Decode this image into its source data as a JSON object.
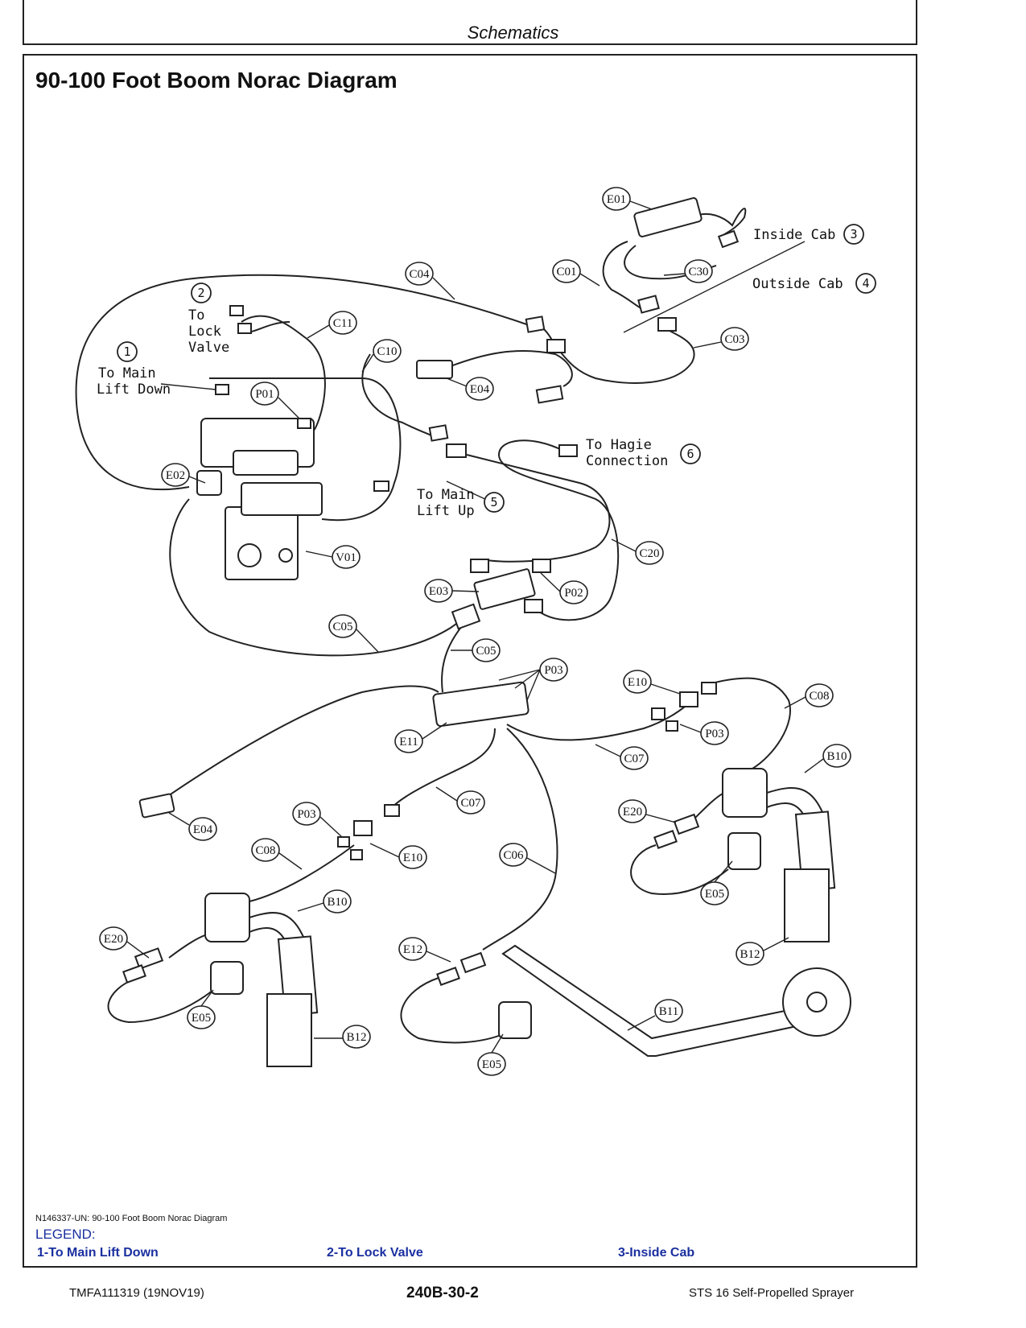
{
  "header": {
    "section": "Schematics"
  },
  "page_title": "90-100 Foot Boom Norac Diagram",
  "callouts": {
    "c1": {
      "num": "1",
      "line1": "To Main",
      "line2": "Lift Down"
    },
    "c2": {
      "num": "2",
      "line1": "To",
      "line2": "Lock",
      "line3": "Valve"
    },
    "c3": {
      "num": "3",
      "text": "Inside Cab"
    },
    "c4": {
      "num": "4",
      "text": "Outside Cab"
    },
    "c5": {
      "num": "5",
      "line1": "To Main",
      "line2": "Lift Up"
    },
    "c6": {
      "num": "6",
      "line1": "To Hagie",
      "line2": "Connection"
    }
  },
  "refs": {
    "E01": "E01",
    "C01": "C01",
    "C30": "C30",
    "C04": "C04",
    "C03": "C03",
    "C11": "C11",
    "C10": "C10",
    "P01": "P01",
    "E04": "E04",
    "E02": "E02",
    "V01": "V01",
    "C20": "C20",
    "E03": "E03",
    "P02": "P02",
    "C05": "C05",
    "P03": "P03",
    "E10": "E10",
    "C08": "C08",
    "E11": "E11",
    "C07": "C07",
    "B10": "B10",
    "E20": "E20",
    "E05": "E05",
    "B12": "B12",
    "C06": "C06",
    "E12": "E12",
    "B11": "B11"
  },
  "caption": "N146337-UN: 90-100 Foot Boom Norac Diagram",
  "legend": {
    "heading": "LEGEND:",
    "items": [
      "1-To Main Lift Down",
      "2-To Lock Valve",
      "3-Inside Cab"
    ]
  },
  "footer": {
    "doc_id": "TMFA111319 (19NOV19)",
    "page": "240B-30-2",
    "product": "STS 16 Self-Propelled Sprayer"
  }
}
